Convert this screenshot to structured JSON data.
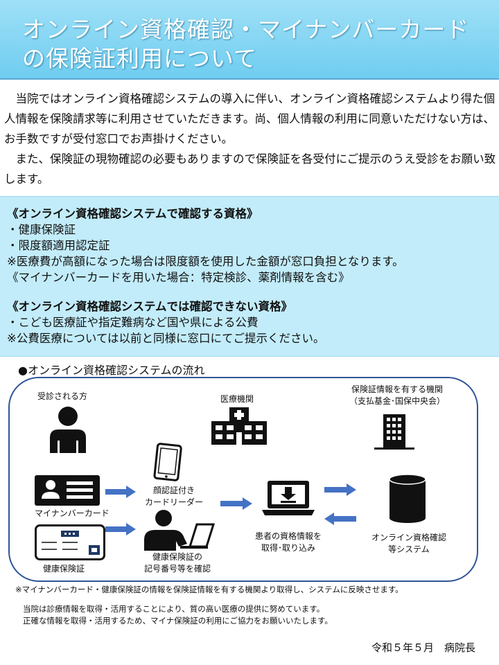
{
  "header": {
    "title_line1": "オンライン資格確認・マイナンバーカード",
    "title_line2": "の保険証利用について"
  },
  "intro": {
    "paragraph1": "当院ではオンライン資格確認システムの導入に伴い、オンライン資格確認システムより得た個人情報を保険請求等に利用させていただきます。尚、個人情報の利用に同意いただけない方は、お手数ですが受付窓口でお声掛けください。",
    "paragraph2": "また、保険証の現物確認の必要もありますので保険証を各受付にご提示のうえ受診をお願い致します。"
  },
  "info_box": {
    "heading1": "《オンライン資格確認システムで確認する資格》",
    "items1": [
      "・健康保険証",
      "・限度額適用認定証",
      "※医療費が高額になった場合は限度額を使用した金額が窓口負担となります。",
      "《マイナンバーカードを用いた場合：特定検診、薬剤情報を含む》"
    ],
    "heading2": "《オンライン資格確認システムでは確認できない資格》",
    "items2": [
      "・こども医療証や指定難病など国や県による公費",
      "※公費医療については以前と同様に窓口にてご提示ください。"
    ]
  },
  "flow": {
    "title": "●オンライン資格確認システムの流れ",
    "patient_label": "受診される方",
    "hospital_label": "医療機関",
    "insurer_label_line1": "保険証情報を有する機関",
    "insurer_label_line2": "（支払基金･国保中央会）",
    "mynumber_label": "マイナンバーカード",
    "insurance_card_label": "健康保険証",
    "card_reader_line1": "顔認証付き",
    "card_reader_line2": "カードリーダー",
    "confirm_line1": "健康保険証の",
    "confirm_line2": "記号番号等を確認",
    "patient_info_line1": "患者の資格情報を",
    "patient_info_line2": "取得･取り込み",
    "system_line1": "オンライン資格確認",
    "system_line2": "等システム",
    "colors": {
      "arrow": "#4472c4",
      "frame": "#2f5597",
      "icon": "#111111"
    }
  },
  "note": "※マイナンバーカード・健康保険証の情報を保険証情報を有する機関より取得し、システムに反映させます。",
  "footer": {
    "line1": "当院は診療情報を取得・活用することにより、質の高い医療の提供に努めています。",
    "line2": "正確な情報を取得・活用するため、マイナ保険証の利用にご協力をお願いいたします。",
    "signature": "令和５年５月　病院長"
  },
  "colors": {
    "header_bg": "#8fd8f5",
    "info_bg": "#c2ecfa",
    "title_text": "#ffffff"
  }
}
